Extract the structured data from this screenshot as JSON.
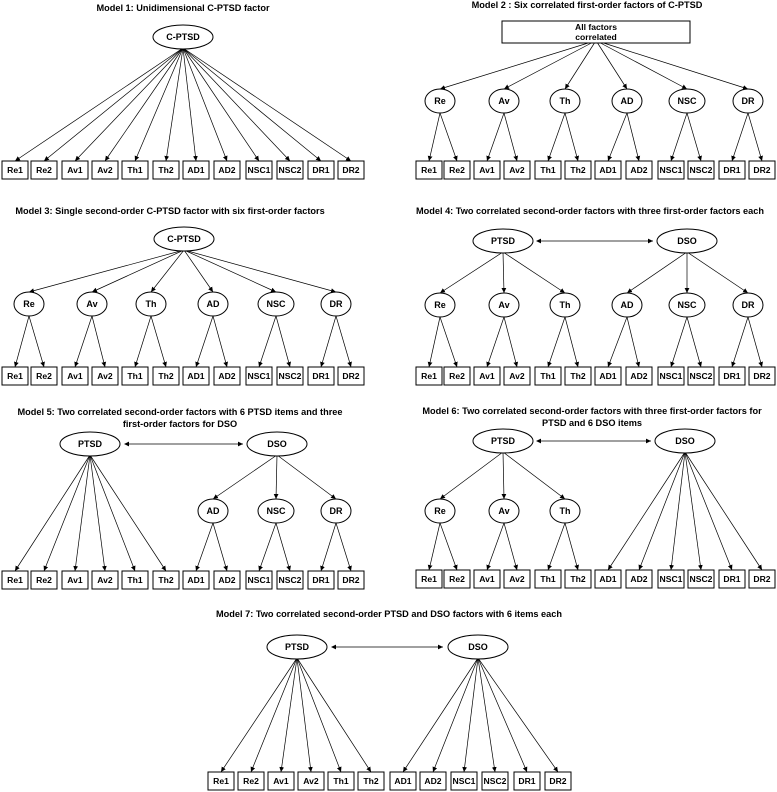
{
  "models": [
    {
      "id": "m1",
      "title": [
        "Model 1: Unidimensional C-PTSD factor"
      ],
      "top_factors": [
        "C-PTSD"
      ],
      "first_order_factors": [],
      "items": [
        "Re1",
        "Re2",
        "Av1",
        "Av2",
        "Th1",
        "Th2",
        "AD1",
        "AD2",
        "NSC1",
        "NSC2",
        "DR1",
        "DR2"
      ]
    },
    {
      "id": "m2",
      "title": [
        "Model 2 : Six correlated first-order factors of C-PTSD"
      ],
      "correlation_box": [
        "All factors",
        "correlated"
      ],
      "top_factors": [],
      "first_order_factors": [
        "Re",
        "Av",
        "Th",
        "AD",
        "NSC",
        "DR"
      ],
      "items": [
        "Re1",
        "Re2",
        "Av1",
        "Av2",
        "Th1",
        "Th2",
        "AD1",
        "AD2",
        "NSC1",
        "NSC2",
        "DR1",
        "DR2"
      ]
    },
    {
      "id": "m3",
      "title": [
        "Model 3: Single second-order C-PTSD factor with six first-order factors"
      ],
      "top_factors": [
        "C-PTSD"
      ],
      "first_order_factors": [
        "Re",
        "Av",
        "Th",
        "AD",
        "NSC",
        "DR"
      ],
      "items": [
        "Re1",
        "Re2",
        "Av1",
        "Av2",
        "Th1",
        "Th2",
        "AD1",
        "AD2",
        "NSC1",
        "NSC2",
        "DR1",
        "DR2"
      ]
    },
    {
      "id": "m4",
      "title": [
        "Model 4: Two correlated second-order factors with three first-order factors each"
      ],
      "top_factors": [
        "PTSD",
        "DSO"
      ],
      "first_order_factors": [
        "Re",
        "Av",
        "Th",
        "AD",
        "NSC",
        "DR"
      ],
      "items": [
        "Re1",
        "Re2",
        "Av1",
        "Av2",
        "Th1",
        "Th2",
        "AD1",
        "AD2",
        "NSC1",
        "NSC2",
        "DR1",
        "DR2"
      ]
    },
    {
      "id": "m5",
      "title": [
        "Model 5: Two correlated second-order factors with 6 PTSD items and three",
        "first-order factors for DSO"
      ],
      "top_factors": [
        "PTSD",
        "DSO"
      ],
      "first_order_factors": [
        "AD",
        "NSC",
        "DR"
      ],
      "items": [
        "Re1",
        "Re2",
        "Av1",
        "Av2",
        "Th1",
        "Th2",
        "AD1",
        "AD2",
        "NSC1",
        "NSC2",
        "DR1",
        "DR2"
      ]
    },
    {
      "id": "m6",
      "title": [
        "Model 6: Two correlated second-order factors with three first-order factors for",
        "PTSD and 6 DSO items"
      ],
      "top_factors": [
        "PTSD",
        "DSO"
      ],
      "first_order_factors": [
        "Re",
        "Av",
        "Th"
      ],
      "items": [
        "Re1",
        "Re2",
        "Av1",
        "Av2",
        "Th1",
        "Th2",
        "AD1",
        "AD2",
        "NSC1",
        "NSC2",
        "DR1",
        "DR2"
      ]
    },
    {
      "id": "m7",
      "title": [
        "Model 7: Two correlated second-order PTSD and DSO factors with 6 items each"
      ],
      "top_factors": [
        "PTSD",
        "DSO"
      ],
      "first_order_factors": [],
      "items": [
        "Re1",
        "Re2",
        "Av1",
        "Av2",
        "Th1",
        "Th2",
        "AD1",
        "AD2",
        "NSC1",
        "NSC2",
        "DR1",
        "DR2"
      ]
    }
  ]
}
